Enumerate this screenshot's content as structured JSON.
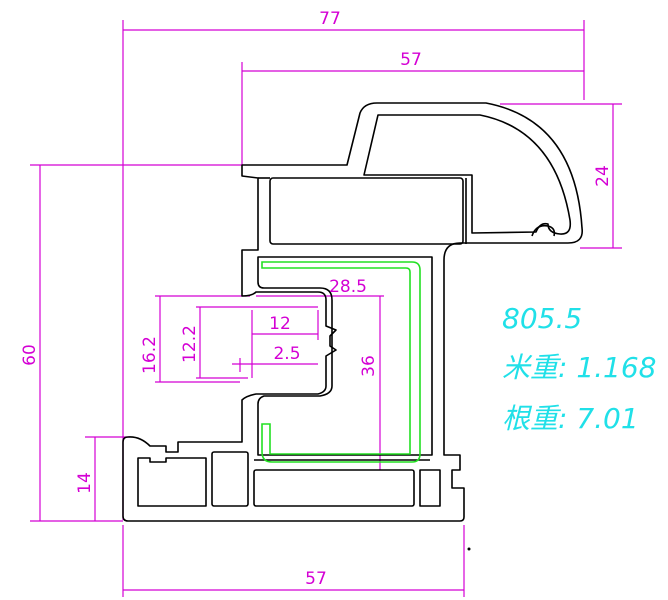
{
  "dimensions": {
    "overall_width": "77",
    "top_width": "57",
    "bottom_width": "57",
    "height_left": "60",
    "bottom_height": "14",
    "right_height": "24",
    "inner_width": "28.5",
    "inner_height": "36",
    "slot_height_outer": "16.2",
    "slot_height_inner": "12.2",
    "slot_width": "12",
    "slot_gap": "2.5"
  },
  "info": {
    "code": "805.5",
    "weight_per_meter": "米重: 1.168",
    "weight_per_bar": "根重: 7.01"
  },
  "colors": {
    "dimension": "#d400d4",
    "profile": "#000000",
    "gasket": "#22e022",
    "info": "#20e0e8"
  }
}
